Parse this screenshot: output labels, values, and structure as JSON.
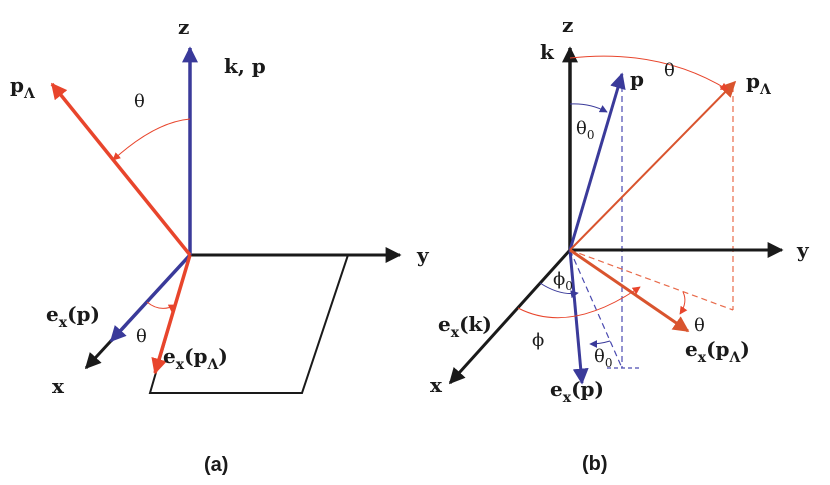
{
  "panel_a": {
    "caption": "(a)",
    "axis_z": "z",
    "axis_y": "y",
    "axis_x": "x",
    "label_kp": "k, p",
    "label_plambda_main": "p",
    "label_plambda_sub": "Λ",
    "label_theta_top": "θ",
    "label_theta_bottom": "θ",
    "label_ex_p_main": "e",
    "label_ex_p_sub": "x",
    "label_ex_p_arg": "(p)",
    "label_ex_pl_main": "e",
    "label_ex_pl_sub": "x",
    "label_ex_pl_arg_open": "(p",
    "label_ex_pl_arg_sub": "Λ",
    "label_ex_pl_arg_close": ")"
  },
  "panel_b": {
    "caption": "(b)",
    "axis_z": "z",
    "axis_y": "y",
    "axis_x": "x",
    "label_k": "k",
    "label_p": "p",
    "label_plambda_main": "p",
    "label_plambda_sub": "Λ",
    "label_theta_top": "θ",
    "label_theta0_top_main": "θ",
    "label_theta0_top_sub": "0",
    "label_phi0_main": "ϕ",
    "label_phi0_sub": "0",
    "label_phi": "ϕ",
    "label_theta_right": "θ",
    "label_theta0_bottom_main": "θ",
    "label_theta0_bottom_sub": "0",
    "label_exk_main": "e",
    "label_exk_sub": "x",
    "label_exk_arg": "(k)",
    "label_exp_main": "e",
    "label_exp_sub": "x",
    "label_exp_arg": "(p)",
    "label_expl_main": "e",
    "label_expl_sub": "x",
    "label_expl_arg_open": "(p",
    "label_expl_arg_sub": "Λ",
    "label_expl_arg_close": ")"
  },
  "colors": {
    "black": "#1a1a1a",
    "blue": "#3a3a9a",
    "red": "#e8452c",
    "darkred": "#d9542e",
    "blue_dashed": "#4a4ab0",
    "red_dashed": "#e86a4a"
  }
}
